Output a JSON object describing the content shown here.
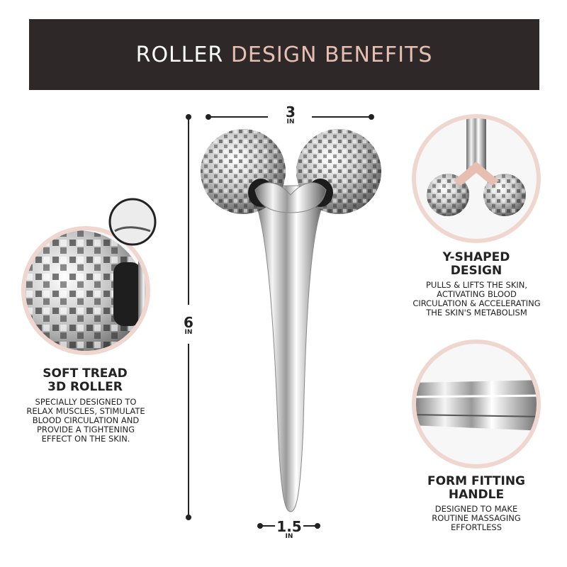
{
  "banner": {
    "title_main": "ROLLER",
    "title_accent": "DESIGN BENEFITS"
  },
  "dimensions": {
    "width": {
      "value": "3",
      "unit": "IN"
    },
    "height": {
      "value": "6",
      "unit": "IN"
    },
    "base": {
      "value": "1.5",
      "unit": "IN"
    }
  },
  "features": {
    "roller": {
      "heading_line1": "SOFT TREAD",
      "heading_line2": "3D ROLLER",
      "desc_lines": [
        "SPECIALLY DESIGNED TO",
        "RELAX MUSCLES, STIMULATE",
        "BLOOD CIRCULATION AND",
        "PROVIDE A TIGHTENING",
        "EFFECT ON THE SKIN."
      ]
    },
    "yshape": {
      "heading_line1": "Y-SHAPED",
      "heading_line2": "DESIGN",
      "desc_lines": [
        "PULLS & LIFTS THE SKIN,",
        "ACTIVATING BLOOD",
        "CIRCULATION & ACCELERATING",
        "THE SKIN'S METABOLISM"
      ]
    },
    "handle": {
      "heading_line1": "FORM FITTING",
      "heading_line2": "HANDLE",
      "desc_lines": [
        "DESIGNED TO MAKE",
        "ROUTINE MASSAGING",
        "EFFORTLESS"
      ]
    }
  },
  "colors": {
    "banner_bg": "#2e2828",
    "accent": "#e7bfb2",
    "circle_border": "#efd7cf"
  }
}
